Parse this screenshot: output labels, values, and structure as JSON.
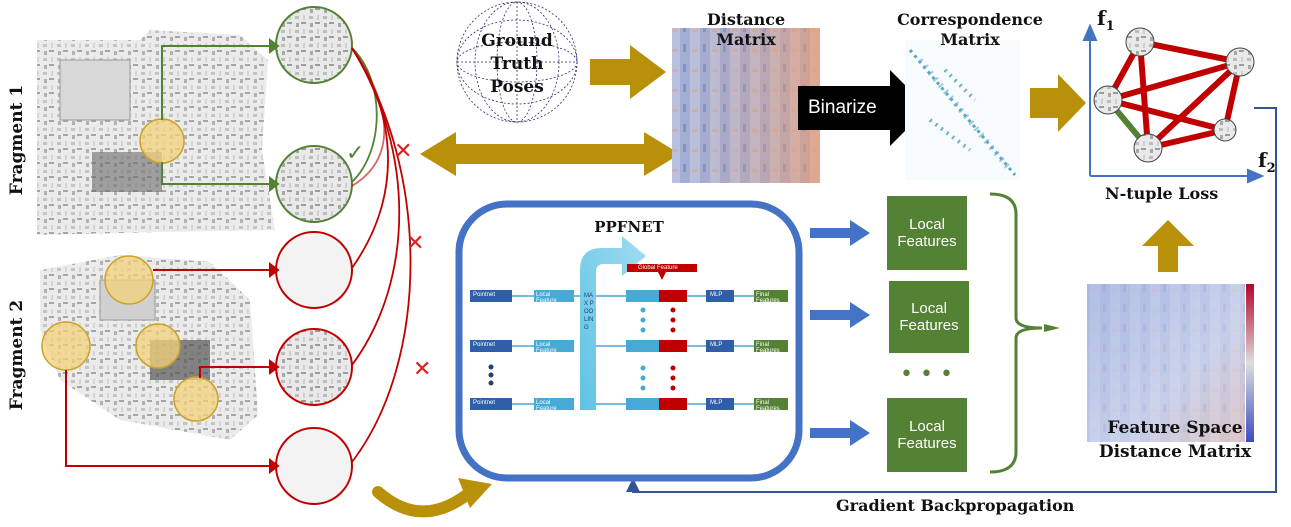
{
  "labels": {
    "fragment1": "Fragment 1",
    "fragment2": "Fragment 2",
    "ground_truth_poses": [
      "Ground",
      "Truth",
      "Poses"
    ],
    "distance_matrix": [
      "Distance",
      "Matrix"
    ],
    "correspondence_matrix": [
      "Correspondence",
      "Matrix"
    ],
    "binarize": "Binarize",
    "f1": "f",
    "f1_sub": "1",
    "f2": "f",
    "f2_sub": "2",
    "ntuple_loss": "N-tuple Loss",
    "ppfnet": "PPFNET",
    "local_features": [
      "Local",
      "Features"
    ],
    "ellipsis": "• • •",
    "feature_space_distance_matrix": [
      "Feature Space",
      "Distance Matrix"
    ],
    "gradient_backprop": "Gradient Backpropagation",
    "checkmark": "✓",
    "cross": "✕"
  },
  "ppfnet_inner": {
    "pointnet": "Pointnet",
    "local_feature": "Local Feature",
    "maxpooling": "MAX POOLING",
    "global_feature": "Global Feature",
    "local_features_short": "Local Features",
    "mlp": "MLP",
    "final_features": "Final Features"
  },
  "colors": {
    "green": "#548235",
    "red": "#c00000",
    "gold": "#b8900a",
    "blue": "#4472c4",
    "dark_blue": "#2f5597",
    "black": "#000000",
    "yellow_fill": "#f4d27a"
  },
  "icons": [
    "check-icon",
    "cross-icon",
    "arrow-right-icon",
    "sphere-icon"
  ]
}
